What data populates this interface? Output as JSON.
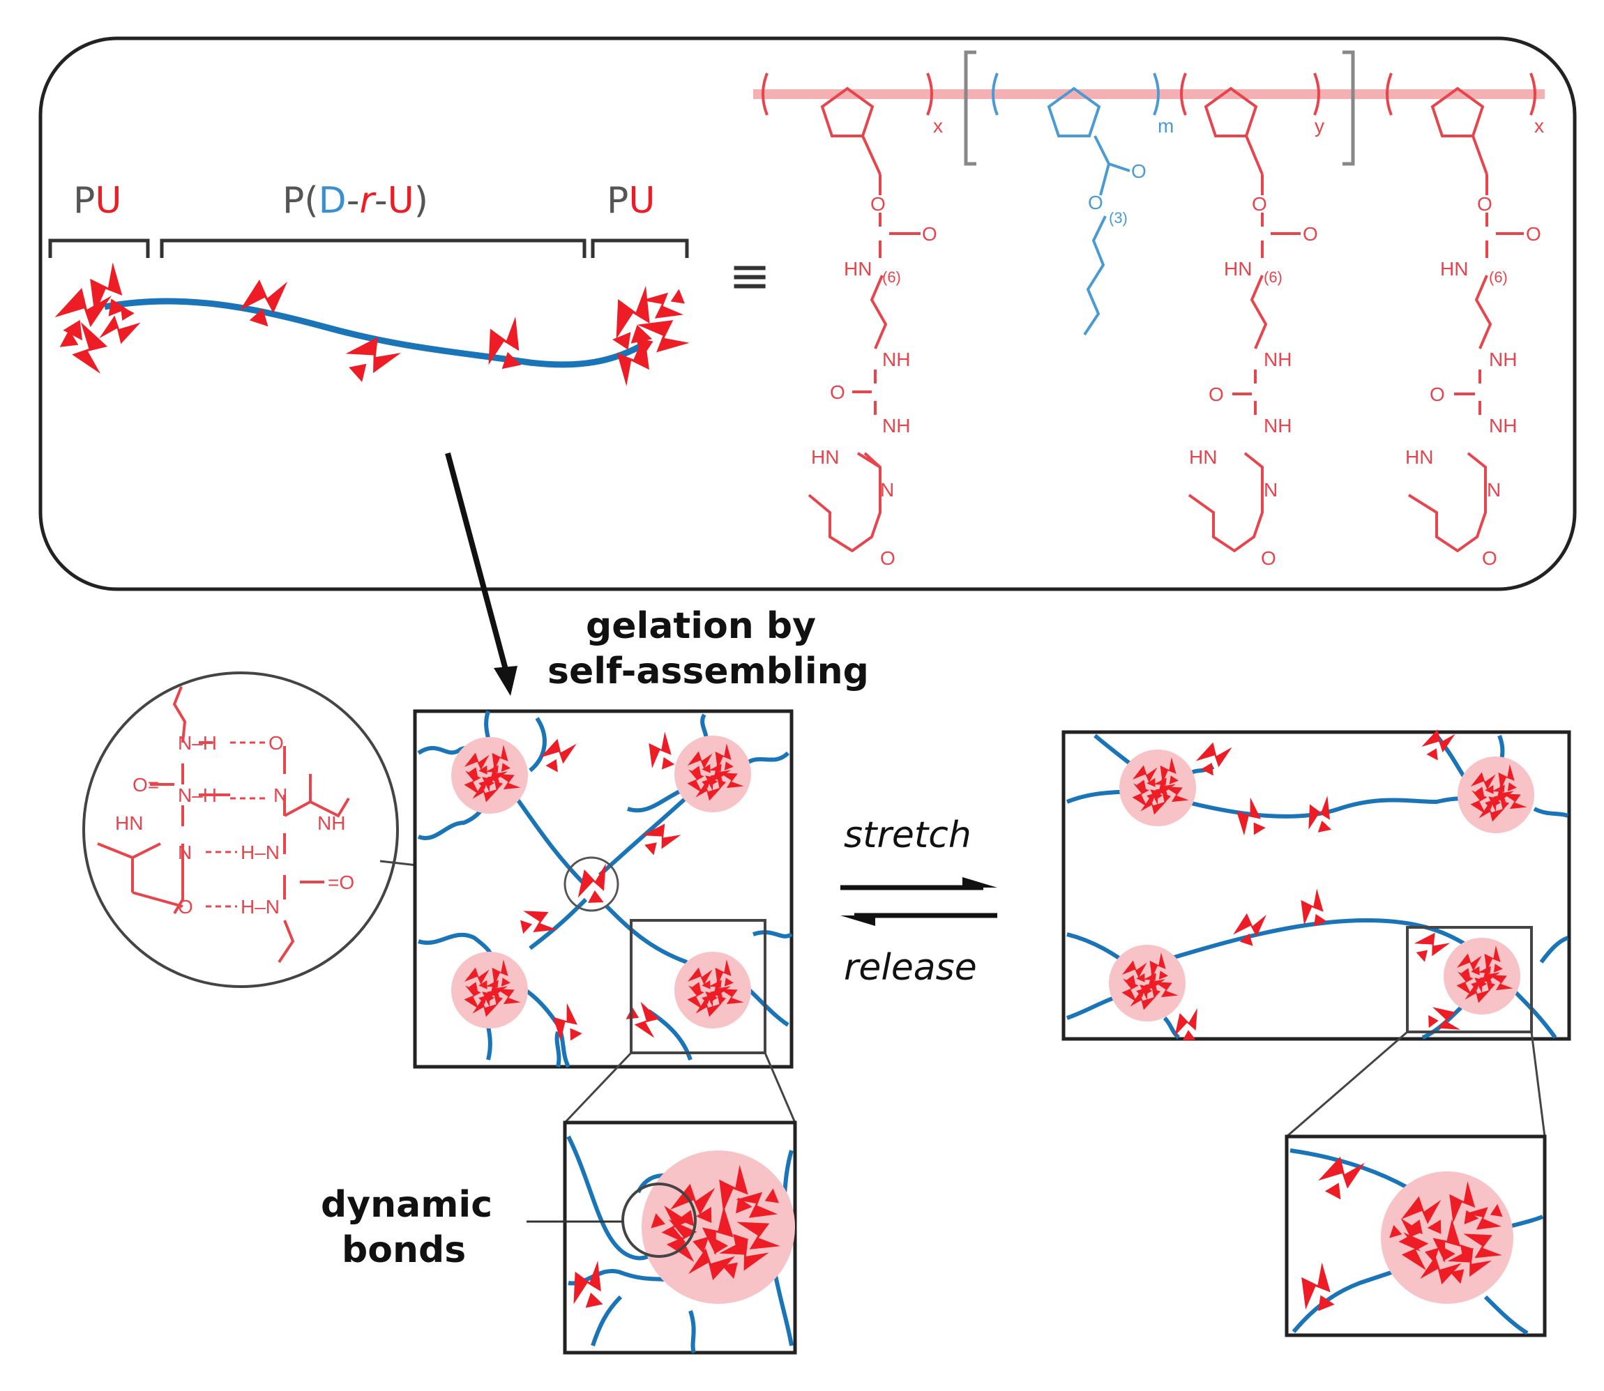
{
  "colors": {
    "polymer_blue": "#1a74b8",
    "motif_red": "#ee1c25",
    "cluster_pink": "#f8c3c6",
    "chem_red": "#e8444c",
    "chem_blue": "#4a9bd4",
    "frame": "#222222",
    "label_grey": "#555555"
  },
  "top_panel": {
    "segment_labels": {
      "left": {
        "p": "P",
        "u": "U"
      },
      "middle": {
        "open": "P(",
        "d": "D",
        "dash1": "-",
        "r": "r",
        "dash2": "-",
        "u": "U",
        "close": ")"
      },
      "right": {
        "p": "P",
        "u": "U"
      }
    },
    "equivalence_symbol": "≡",
    "structure": {
      "subscripts": {
        "x_left": "x",
        "m": "m",
        "y": "y",
        "x_right": "x"
      },
      "atoms": {
        "O": "O",
        "HN": "HN",
        "NH": "NH",
        "N": "N",
        "n6": "(6)",
        "n3": "(3)"
      }
    }
  },
  "process": {
    "gelation_line1": "gelation by",
    "gelation_line2": "self-assembling",
    "stretch": "stretch",
    "release": "release",
    "dynamic_line1": "dynamic",
    "dynamic_line2": "bonds"
  },
  "hbond_inset": {
    "labels": {
      "nh": "N–H",
      "h_n": "H–N",
      "o": "O",
      "eq_o": "O=",
      "hn": "HN",
      "n": "N",
      "nh_right": "NH",
      "eq_o_right": "=O"
    }
  }
}
